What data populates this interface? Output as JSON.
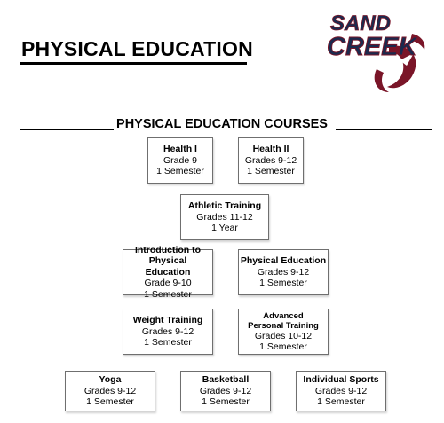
{
  "page": {
    "title": "PHYSICAL EDUCATION",
    "section_title": "PHYSICAL EDUCATION COURSES",
    "logo": {
      "line1": "SAND",
      "line2": "CREEK",
      "navy": "#1b2a4e",
      "crimson": "#7a1528"
    }
  },
  "courses": [
    {
      "name": "Health I",
      "grades": "Grade 9",
      "duration": "1 Semester"
    },
    {
      "name": "Health II",
      "grades": "Grades 9-12",
      "duration": "1 Semester"
    },
    {
      "name": "Athletic Training",
      "grades": "Grades 11-12",
      "duration": "1 Year"
    },
    {
      "name": "Introduction to Physical Education",
      "grades": "Grade 9-10",
      "duration": "1 Semester"
    },
    {
      "name": "Physical Education",
      "grades": "Grades 9-12",
      "duration": "1 Semester"
    },
    {
      "name": "Weight Training",
      "grades": "Grades 9-12",
      "duration": "1 Semester"
    },
    {
      "name": "Advanced Personal Training",
      "grades": "Grades 10-12",
      "duration": "1 Semester"
    },
    {
      "name": "Yoga",
      "grades": "Grades 9-12",
      "duration": "1 Semester"
    },
    {
      "name": "Basketball",
      "grades": "Grades 9-12",
      "duration": "1 Semester"
    },
    {
      "name": "Individual Sports",
      "grades": "Grades 9-12",
      "duration": "1 Semester"
    }
  ]
}
